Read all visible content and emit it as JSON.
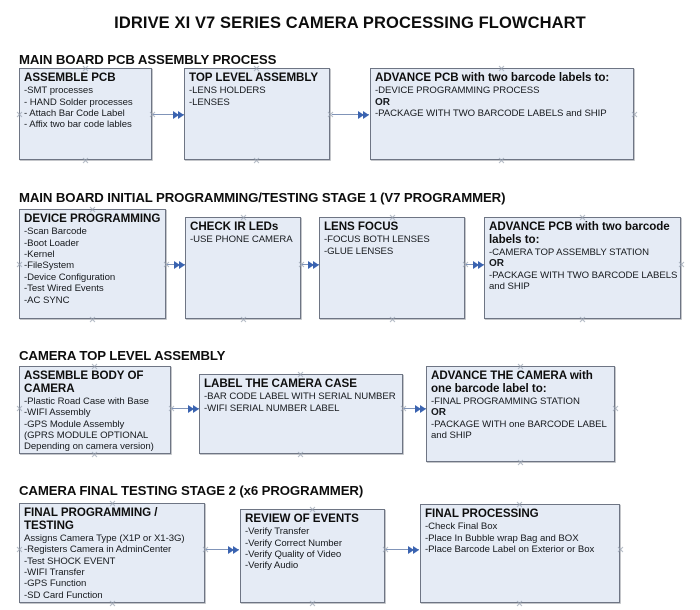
{
  "document": {
    "title": "IDRIVE XI V7 SERIES CAMERA PROCESSING FLOWCHART",
    "background_color": "#ffffff",
    "node_fill_color": "#e5ebf5",
    "node_border_color": "#6e7584",
    "arrow_color": "#3a63b0",
    "text_color": "#0d0d0d"
  },
  "sections": [
    {
      "heading": "MAIN BOARD PCB ASSEMBLY PROCESS",
      "nodes": [
        {
          "title": "ASSEMBLE PCB",
          "lines": [
            {
              "text": "-SMT processes",
              "bold": false
            },
            {
              "text": "- HAND Solder processes",
              "bold": false
            },
            {
              "text": "- Attach Bar Code Label",
              "bold": false
            },
            {
              "text": "- Affix two bar code lables",
              "bold": false
            }
          ]
        },
        {
          "title": "TOP LEVEL ASSEMBLY",
          "lines": [
            {
              "text": "-LENS HOLDERS",
              "bold": false
            },
            {
              "text": "-LENSES",
              "bold": false
            }
          ]
        },
        {
          "title": "ADVANCE PCB with two barcode labels to:",
          "lines": [
            {
              "text": "-DEVICE PROGRAMMING PROCESS",
              "bold": false
            },
            {
              "text": "OR",
              "bold": true
            },
            {
              "text": "-PACKAGE WITH TWO BARCODE LABELS and SHIP",
              "bold": false
            }
          ]
        }
      ]
    },
    {
      "heading": "MAIN BOARD INITIAL PROGRAMMING/TESTING STAGE 1 (V7 PROGRAMMER)",
      "nodes": [
        {
          "title": "DEVICE PROGRAMMING",
          "lines": [
            {
              "text": "-Scan Barcode",
              "bold": false
            },
            {
              "text": "-Boot Loader",
              "bold": false
            },
            {
              "text": "-Kernel",
              "bold": false
            },
            {
              "text": "-FileSystem",
              "bold": false
            },
            {
              "text": "-Device Configuration",
              "bold": false
            },
            {
              "text": "-Test Wired Events",
              "bold": false
            },
            {
              "text": "-AC SYNC",
              "bold": false
            }
          ]
        },
        {
          "title": "CHECK IR LEDs",
          "lines": [
            {
              "text": "-USE PHONE CAMERA",
              "bold": false
            }
          ]
        },
        {
          "title": "LENS FOCUS",
          "lines": [
            {
              "text": "-FOCUS BOTH LENSES",
              "bold": false
            },
            {
              "text": "-GLUE LENSES",
              "bold": false
            }
          ]
        },
        {
          "title": "ADVANCE PCB with two barcode labels to:",
          "lines": [
            {
              "text": "-CAMERA TOP ASSEMBLY STATION",
              "bold": false
            },
            {
              "text": "OR",
              "bold": true
            },
            {
              "text": "-PACKAGE WITH TWO BARCODE LABELS",
              "bold": false
            },
            {
              "text": "and SHIP",
              "bold": false
            }
          ]
        }
      ]
    },
    {
      "heading": "CAMERA TOP LEVEL ASSEMBLY",
      "nodes": [
        {
          "title": "ASSEMBLE BODY OF CAMERA",
          "lines": [
            {
              "text": "-Plastic Road Case with Base",
              "bold": false
            },
            {
              "text": "-WIFI Assembly",
              "bold": false
            },
            {
              "text": "-GPS Module Assembly",
              "bold": false
            },
            {
              "text": "(GPRS MODULE OPTIONAL",
              "bold": false
            },
            {
              "text": "Depending on camera version)",
              "bold": false
            }
          ]
        },
        {
          "title": "LABEL THE CAMERA CASE",
          "lines": [
            {
              "text": "-BAR CODE LABEL WITH SERIAL NUMBER",
              "bold": false
            },
            {
              "text": "-WIFI SERIAL NUMBER LABEL",
              "bold": false
            }
          ]
        },
        {
          "title": "ADVANCE THE CAMERA with one barcode label to:",
          "lines": [
            {
              "text": "-FINAL PROGRAMMING STATION",
              "bold": false
            },
            {
              "text": "OR",
              "bold": true
            },
            {
              "text": "-PACKAGE WITH one BARCODE LABEL",
              "bold": false
            },
            {
              "text": "and SHIP",
              "bold": false
            }
          ]
        }
      ]
    },
    {
      "heading": "CAMERA FINAL TESTING STAGE 2 (x6 PROGRAMMER)",
      "nodes": [
        {
          "title": "FINAL PROGRAMMING / TESTING",
          "lines": [
            {
              "text": "Assigns Camera Type (X1P or X1-3G)",
              "bold": false
            },
            {
              "text": "-Registers Camera in AdminCenter",
              "bold": false
            },
            {
              "text": "-Test SHOCK EVENT",
              "bold": false
            },
            {
              "text": "-WIFI Transfer",
              "bold": false
            },
            {
              "text": "-GPS Function",
              "bold": false
            },
            {
              "text": "-SD Card Function",
              "bold": false
            }
          ]
        },
        {
          "title": "REVIEW OF EVENTS",
          "lines": [
            {
              "text": "-Verify Transfer",
              "bold": false
            },
            {
              "text": "-Verify Correct Number",
              "bold": false
            },
            {
              "text": "-Verify Quality of Video",
              "bold": false
            },
            {
              "text": "-Verify Audio",
              "bold": false
            }
          ]
        },
        {
          "title": "FINAL PROCESSING",
          "lines": [
            {
              "text": " -Check Final Box",
              "bold": false
            },
            {
              "text": "-Place In Bubble wrap Bag and BOX",
              "bold": false
            },
            {
              "text": "-Place Barcode Label on Exterior or Box",
              "bold": false
            }
          ]
        }
      ]
    }
  ]
}
